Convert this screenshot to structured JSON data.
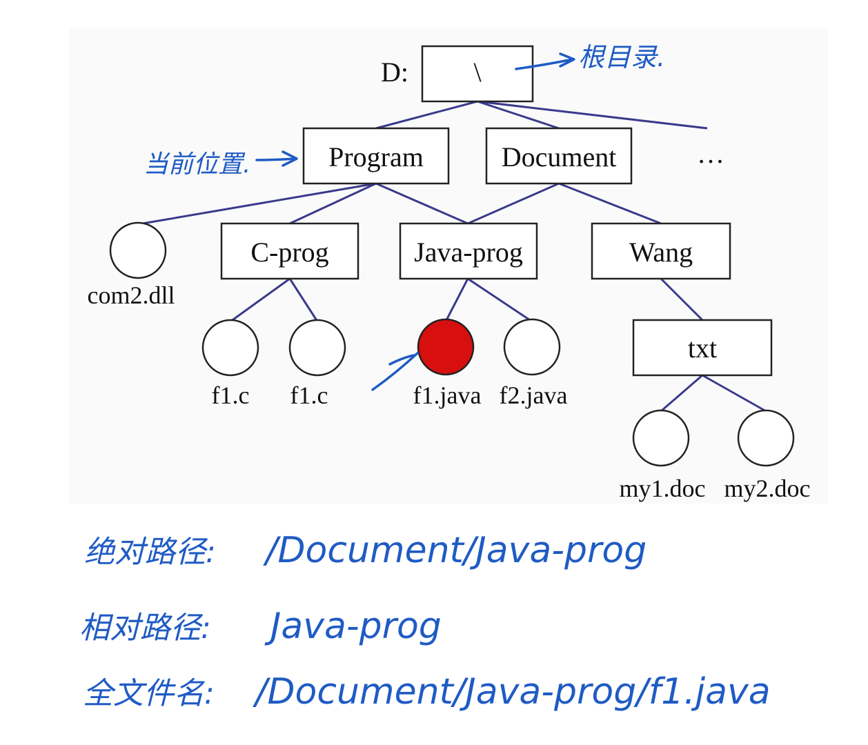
{
  "tree": {
    "drive_label": "D:",
    "root_label": "\\",
    "ellipsis": "…",
    "dirs": {
      "program": "Program",
      "document": "Document",
      "c_prog": "C-prog",
      "java_prog": "Java-prog",
      "wang": "Wang",
      "txt": "txt"
    },
    "files": {
      "com2": "com2.dll",
      "f1c_a": "f1.c",
      "f1c_b": "f1.c",
      "f1java": "f1.java",
      "f2java": "f2.java",
      "my1": "my1.doc",
      "my2": "my2.doc"
    },
    "colors": {
      "current_file": "#d80f0f",
      "edge": "#3a3a8c",
      "ink": "#1f5bc4"
    }
  },
  "annotations": {
    "root_note": "根目录.",
    "current_pos_note": "当前位置.",
    "absolute_label": "绝对路径:",
    "absolute_value": "/Document/Java-prog",
    "relative_label": "相对路径:",
    "relative_value": "Java-prog",
    "fullname_label": "全文件名:",
    "fullname_value": "/Document/Java-prog/f1.java"
  }
}
